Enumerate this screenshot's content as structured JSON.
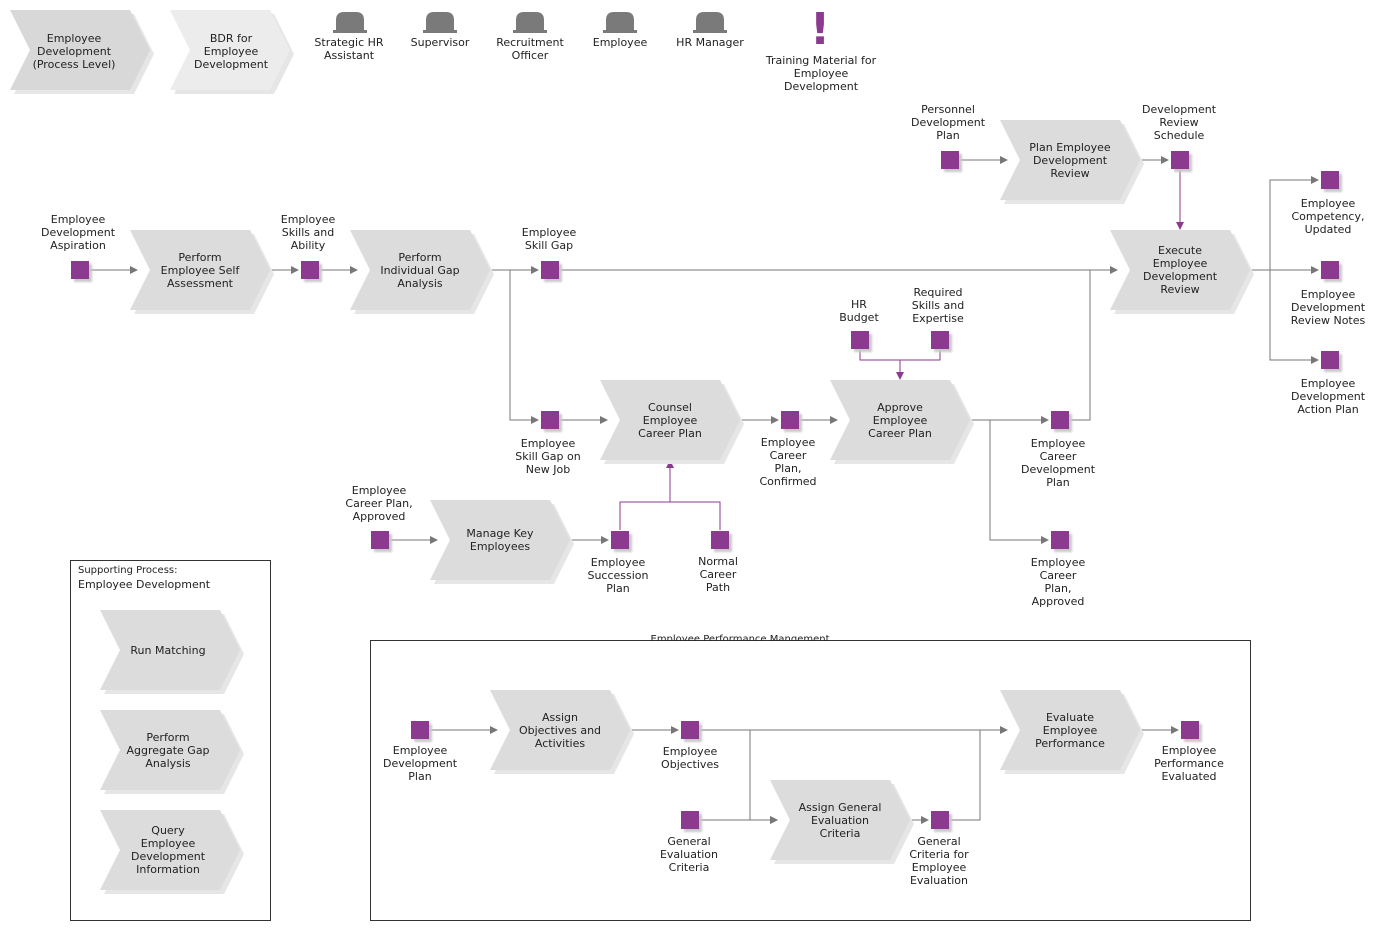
{
  "legend": {
    "process_level": "Employee\nDevelopment\n(Process Level)",
    "bdr": "BDR for\nEmployee\nDevelopment",
    "roles": [
      {
        "label": "Strategic HR\nAssistant"
      },
      {
        "label": "Supervisor"
      },
      {
        "label": "Recruitment\nOfficer"
      },
      {
        "label": "Employee"
      },
      {
        "label": "HR Manager"
      }
    ],
    "training_icon": "!",
    "training": "Training Material for\nEmployee\nDevelopment"
  },
  "processes": {
    "plan_review": "Plan Employee\nDevelopment\nReview",
    "self_assessment": "Perform\nEmployee Self\nAssessment",
    "gap_analysis": "Perform\nIndividual Gap\nAnalysis",
    "execute_review": "Execute\nEmployee\nDevelopment\nReview",
    "counsel": "Counsel\nEmployee\nCareer Plan",
    "approve": "Approve\nEmployee\nCareer Plan",
    "manage_key": "Manage Key\nEmployees",
    "assign_objectives": "Assign\nObjectives and\nActivities",
    "evaluate": "Evaluate\nEmployee\nPerformance",
    "assign_criteria": "Assign General\nEvaluation\nCriteria"
  },
  "data_items": {
    "personnel_plan": "Personnel\nDevelopment\nPlan",
    "review_schedule": "Development\nReview\nSchedule",
    "aspiration": "Employee\nDevelopment\nAspiration",
    "skills_ability": "Employee\nSkills and\nAbility",
    "skill_gap": "Employee\nSkill Gap",
    "competency": "Employee\nCompetency,\nUpdated",
    "review_notes": "Employee\nDevelopment\nReview Notes",
    "action_plan": "Employee\nDevelopment\nAction Plan",
    "hr_budget": "HR\nBudget",
    "required_skills": "Required\nSkills and\nExpertise",
    "gap_new_job": "Employee\nSkill Gap on\nNew Job",
    "career_confirmed": "Employee\nCareer\nPlan,\nConfirmed",
    "career_dev_plan": "Employee\nCareer\nDevelopment\nPlan",
    "career_approved_in": "Employee\nCareer Plan,\nApproved",
    "succession_plan": "Employee\nSuccession\nPlan",
    "normal_path": "Normal\nCareer\nPath",
    "career_approved_out": "Employee\nCareer\nPlan,\nApproved",
    "dev_plan": "Employee\nDevelopment\nPlan",
    "objectives": "Employee\nObjectives",
    "gen_criteria": "General\nEvaluation\nCriteria",
    "criteria_eval": "General\nCriteria for\nEmployee\nEvaluation",
    "performance_evaluated": "Employee\nPerformance\nEvaluated"
  },
  "supporting": {
    "title": "Supporting Process:",
    "subtitle": "Employee Development",
    "items": [
      "Run Matching",
      "Perform\nAggregate Gap\nAnalysis",
      "Query\nEmployee\nDevelopment\nInformation"
    ]
  },
  "performance_box": {
    "title": "Employee Performance Mangement"
  },
  "colors": {
    "data_square": "#8b3a8f",
    "process_fill": "#dcdcdc",
    "arrow": "#777777",
    "purple_arrow": "#8b3a8f"
  }
}
